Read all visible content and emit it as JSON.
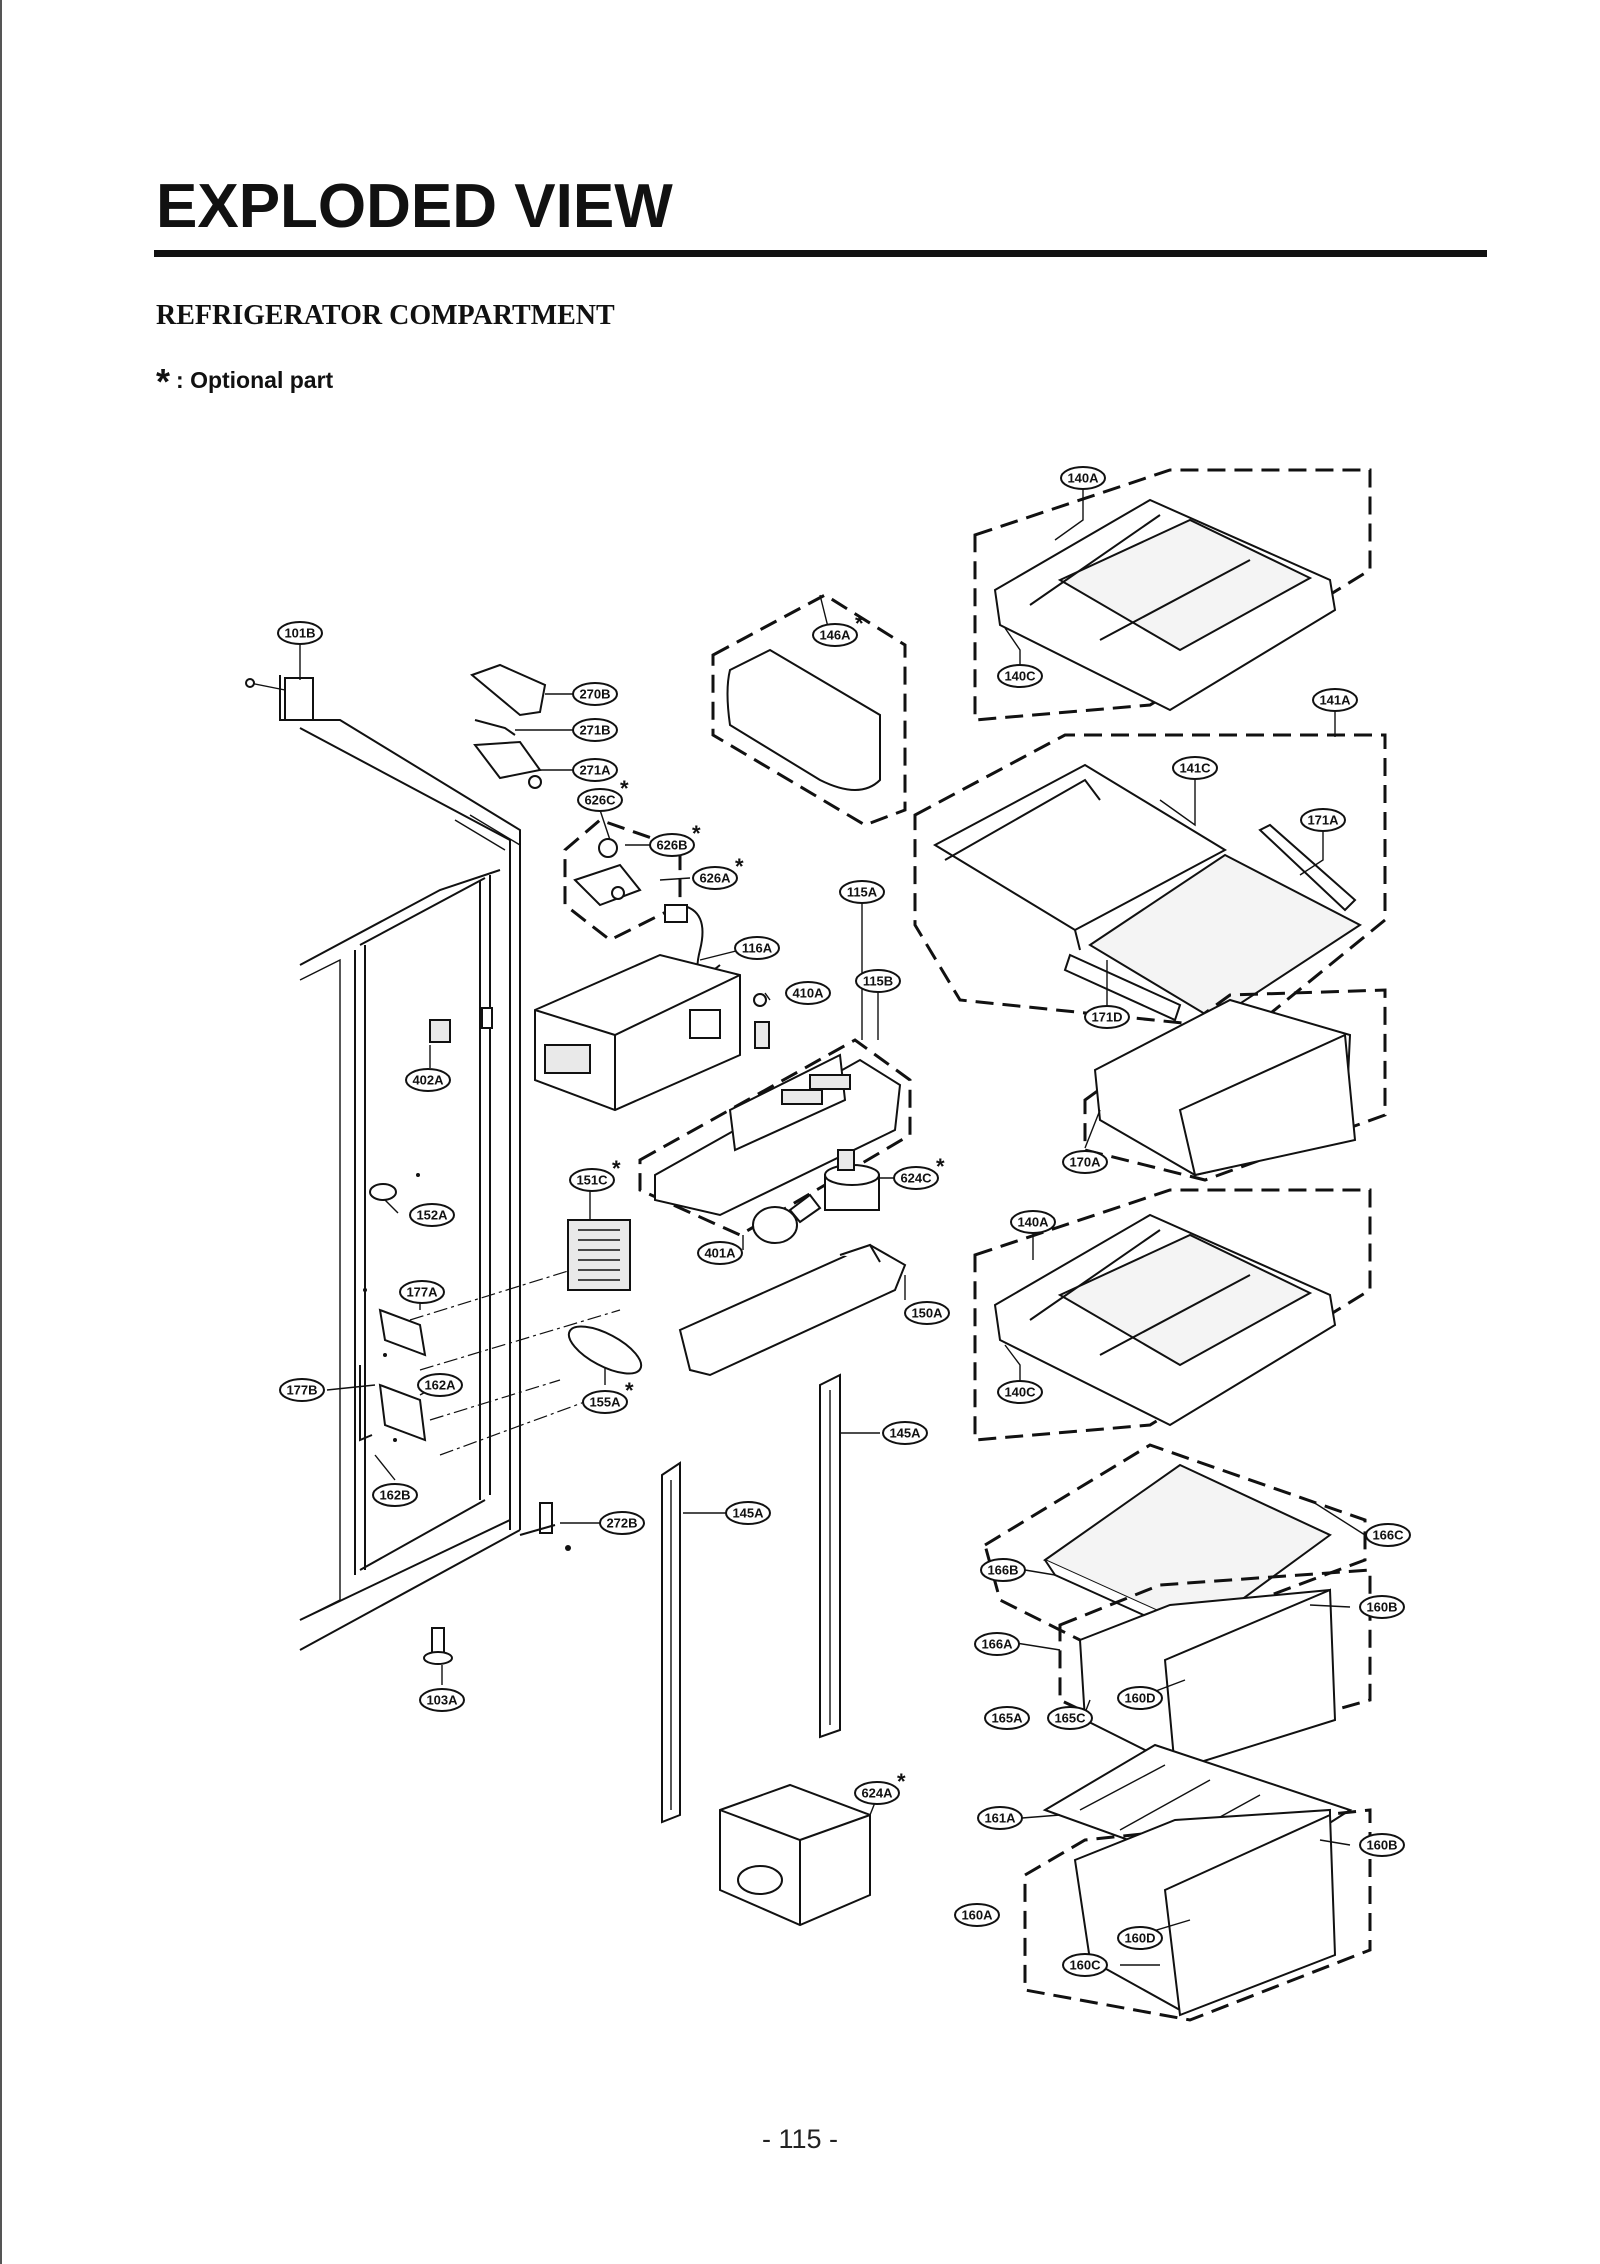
{
  "header": {
    "title": "EXPLODED VIEW",
    "subtitle": "REFRIGERATOR COMPARTMENT",
    "legend_star": "*",
    "legend_text": ": Optional part"
  },
  "footer": {
    "page_number": "- 115 -"
  },
  "callouts": [
    {
      "id": "140A",
      "optional": false
    },
    {
      "id": "140C",
      "optional": false
    },
    {
      "id": "141A",
      "optional": false
    },
    {
      "id": "141C",
      "optional": false
    },
    {
      "id": "171A",
      "optional": false
    },
    {
      "id": "171D",
      "optional": false
    },
    {
      "id": "170A",
      "optional": false
    },
    {
      "id": "140A",
      "optional": false
    },
    {
      "id": "140C",
      "optional": false
    },
    {
      "id": "166C",
      "optional": false
    },
    {
      "id": "166B",
      "optional": false
    },
    {
      "id": "160B",
      "optional": false
    },
    {
      "id": "166A",
      "optional": false
    },
    {
      "id": "160D",
      "optional": false
    },
    {
      "id": "165A",
      "optional": false
    },
    {
      "id": "165C",
      "optional": false
    },
    {
      "id": "161A",
      "optional": false
    },
    {
      "id": "160B",
      "optional": false
    },
    {
      "id": "160A",
      "optional": false
    },
    {
      "id": "160D",
      "optional": false
    },
    {
      "id": "160C",
      "optional": false
    },
    {
      "id": "101B",
      "optional": false
    },
    {
      "id": "270B",
      "optional": false
    },
    {
      "id": "271B",
      "optional": false
    },
    {
      "id": "271A",
      "optional": false
    },
    {
      "id": "626C",
      "optional": true
    },
    {
      "id": "626B",
      "optional": true
    },
    {
      "id": "626A",
      "optional": true
    },
    {
      "id": "146A",
      "optional": true
    },
    {
      "id": "115A",
      "optional": false
    },
    {
      "id": "116A",
      "optional": false
    },
    {
      "id": "410A",
      "optional": false
    },
    {
      "id": "115B",
      "optional": false
    },
    {
      "id": "402A",
      "optional": false
    },
    {
      "id": "151C",
      "optional": true
    },
    {
      "id": "624C",
      "optional": true
    },
    {
      "id": "152A",
      "optional": false
    },
    {
      "id": "401A",
      "optional": false
    },
    {
      "id": "150A",
      "optional": false
    },
    {
      "id": "177A",
      "optional": false
    },
    {
      "id": "177B",
      "optional": false
    },
    {
      "id": "162A",
      "optional": false
    },
    {
      "id": "155A",
      "optional": true
    },
    {
      "id": "145A",
      "optional": false
    },
    {
      "id": "162B",
      "optional": false
    },
    {
      "id": "272B",
      "optional": false
    },
    {
      "id": "145A",
      "optional": false
    },
    {
      "id": "103A",
      "optional": false
    },
    {
      "id": "624A",
      "optional": true
    }
  ]
}
